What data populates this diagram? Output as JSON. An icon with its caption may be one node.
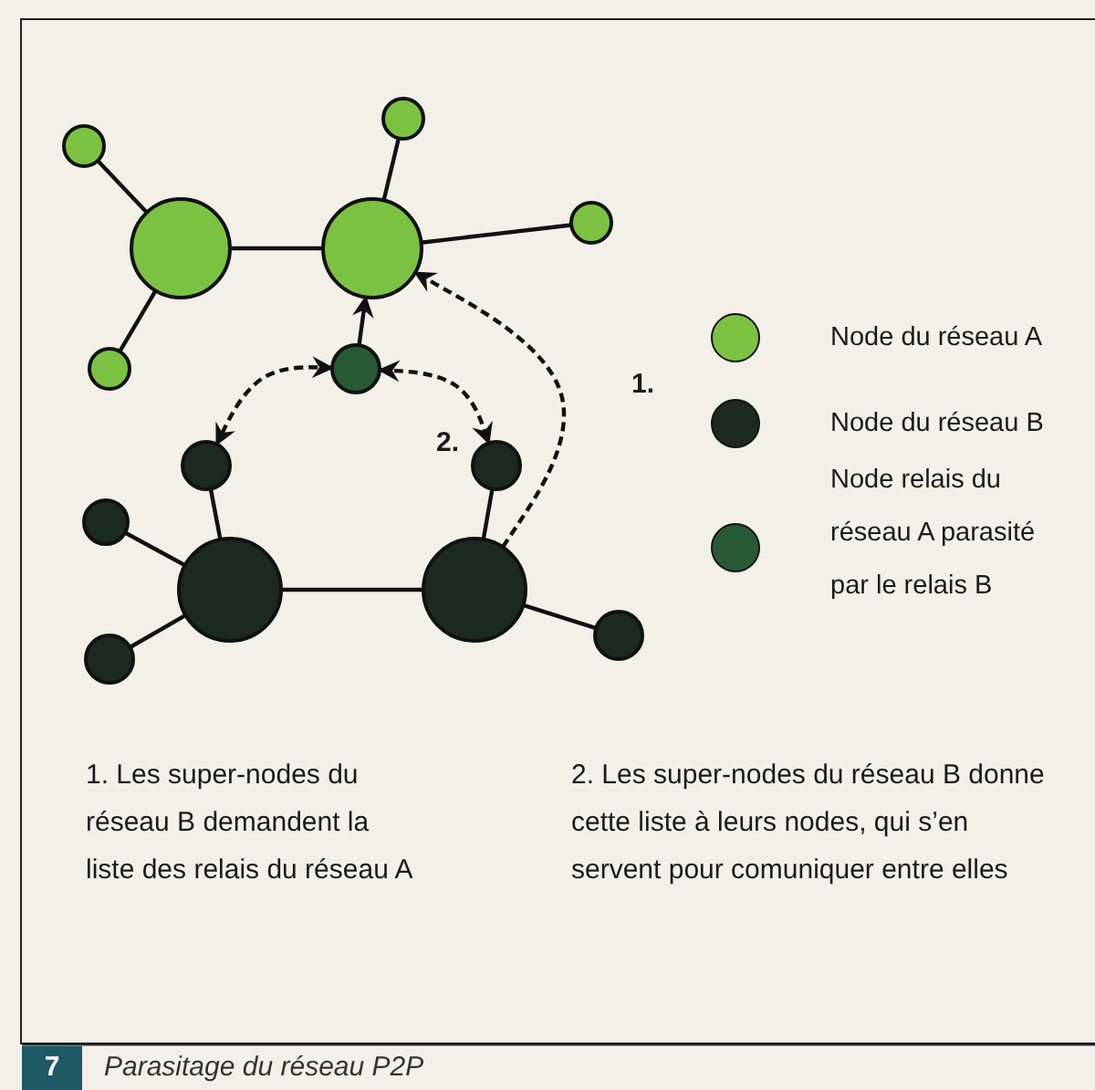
{
  "diagram": {
    "caption": "Parasitage du réseau P2P",
    "nodes": [
      {
        "text": [],
        "shape": "circle"
      },
      {
        "text": [],
        "shape": "circle"
      },
      {
        "text": [],
        "shape": "circle"
      },
      {
        "text": [],
        "shape": "circle"
      },
      {
        "text": [],
        "shape": "circle"
      },
      {
        "text": [],
        "shape": "circle"
      },
      {
        "text": [],
        "shape": "circle"
      },
      {
        "text": [],
        "shape": "circle"
      },
      {
        "text": [],
        "shape": "circle"
      },
      {
        "text": [],
        "shape": "circle"
      },
      {
        "text": [],
        "shape": "circle"
      },
      {
        "text": [],
        "shape": "circle"
      },
      {
        "text": [],
        "shape": "circle"
      },
      {
        "text": [],
        "shape": "circle"
      }
    ],
    "edges": [
      {
        "from": 1,
        "to": 3,
        "arrow": "none"
      },
      {
        "from": 5,
        "to": 3,
        "arrow": "none"
      },
      {
        "from": 3,
        "to": 4,
        "arrow": "none"
      },
      {
        "from": 0,
        "to": 4,
        "arrow": "none"
      },
      {
        "from": 4,
        "to": 2,
        "arrow": "none"
      },
      {
        "from": 6,
        "to": 4,
        "arrow": "to"
      },
      {
        "from": 6,
        "to": 7,
        "arrow": "both",
        "style": "dashed"
      },
      {
        "from": 6,
        "to": 8,
        "arrow": "both",
        "style": "dashed",
        "label": "2."
      },
      {
        "from": 7,
        "to": 10,
        "arrow": "none"
      },
      {
        "from": 9,
        "to": 10,
        "arrow": "none"
      },
      {
        "from": 13,
        "to": 10,
        "arrow": "none"
      },
      {
        "from": 10,
        "to": 11,
        "arrow": "none"
      },
      {
        "from": 8,
        "to": 11,
        "arrow": "none"
      },
      {
        "from": 11,
        "to": 12,
        "arrow": "none"
      },
      {
        "from": 11,
        "to": 4,
        "arrow": "to",
        "style": "dashed",
        "label": "1."
      }
    ],
    "labels": [
      "1. Les super-nodes du réseau B demandent la liste des relais du réseau A",
      "2. Les super-nodes du réseau B donne cette liste à leurs nodes, qui s’en servent pour comuniquer entre elles",
      "7"
    ],
    "legend": [
      {
        "text": "Node du réseau A",
        "color": "#7cc242"
      },
      {
        "text": "Node du réseau B",
        "color": "#1b2a1f"
      },
      {
        "text": "Node relais du réseau A parasité par le relais B",
        "color": "#275a32"
      }
    ]
  }
}
